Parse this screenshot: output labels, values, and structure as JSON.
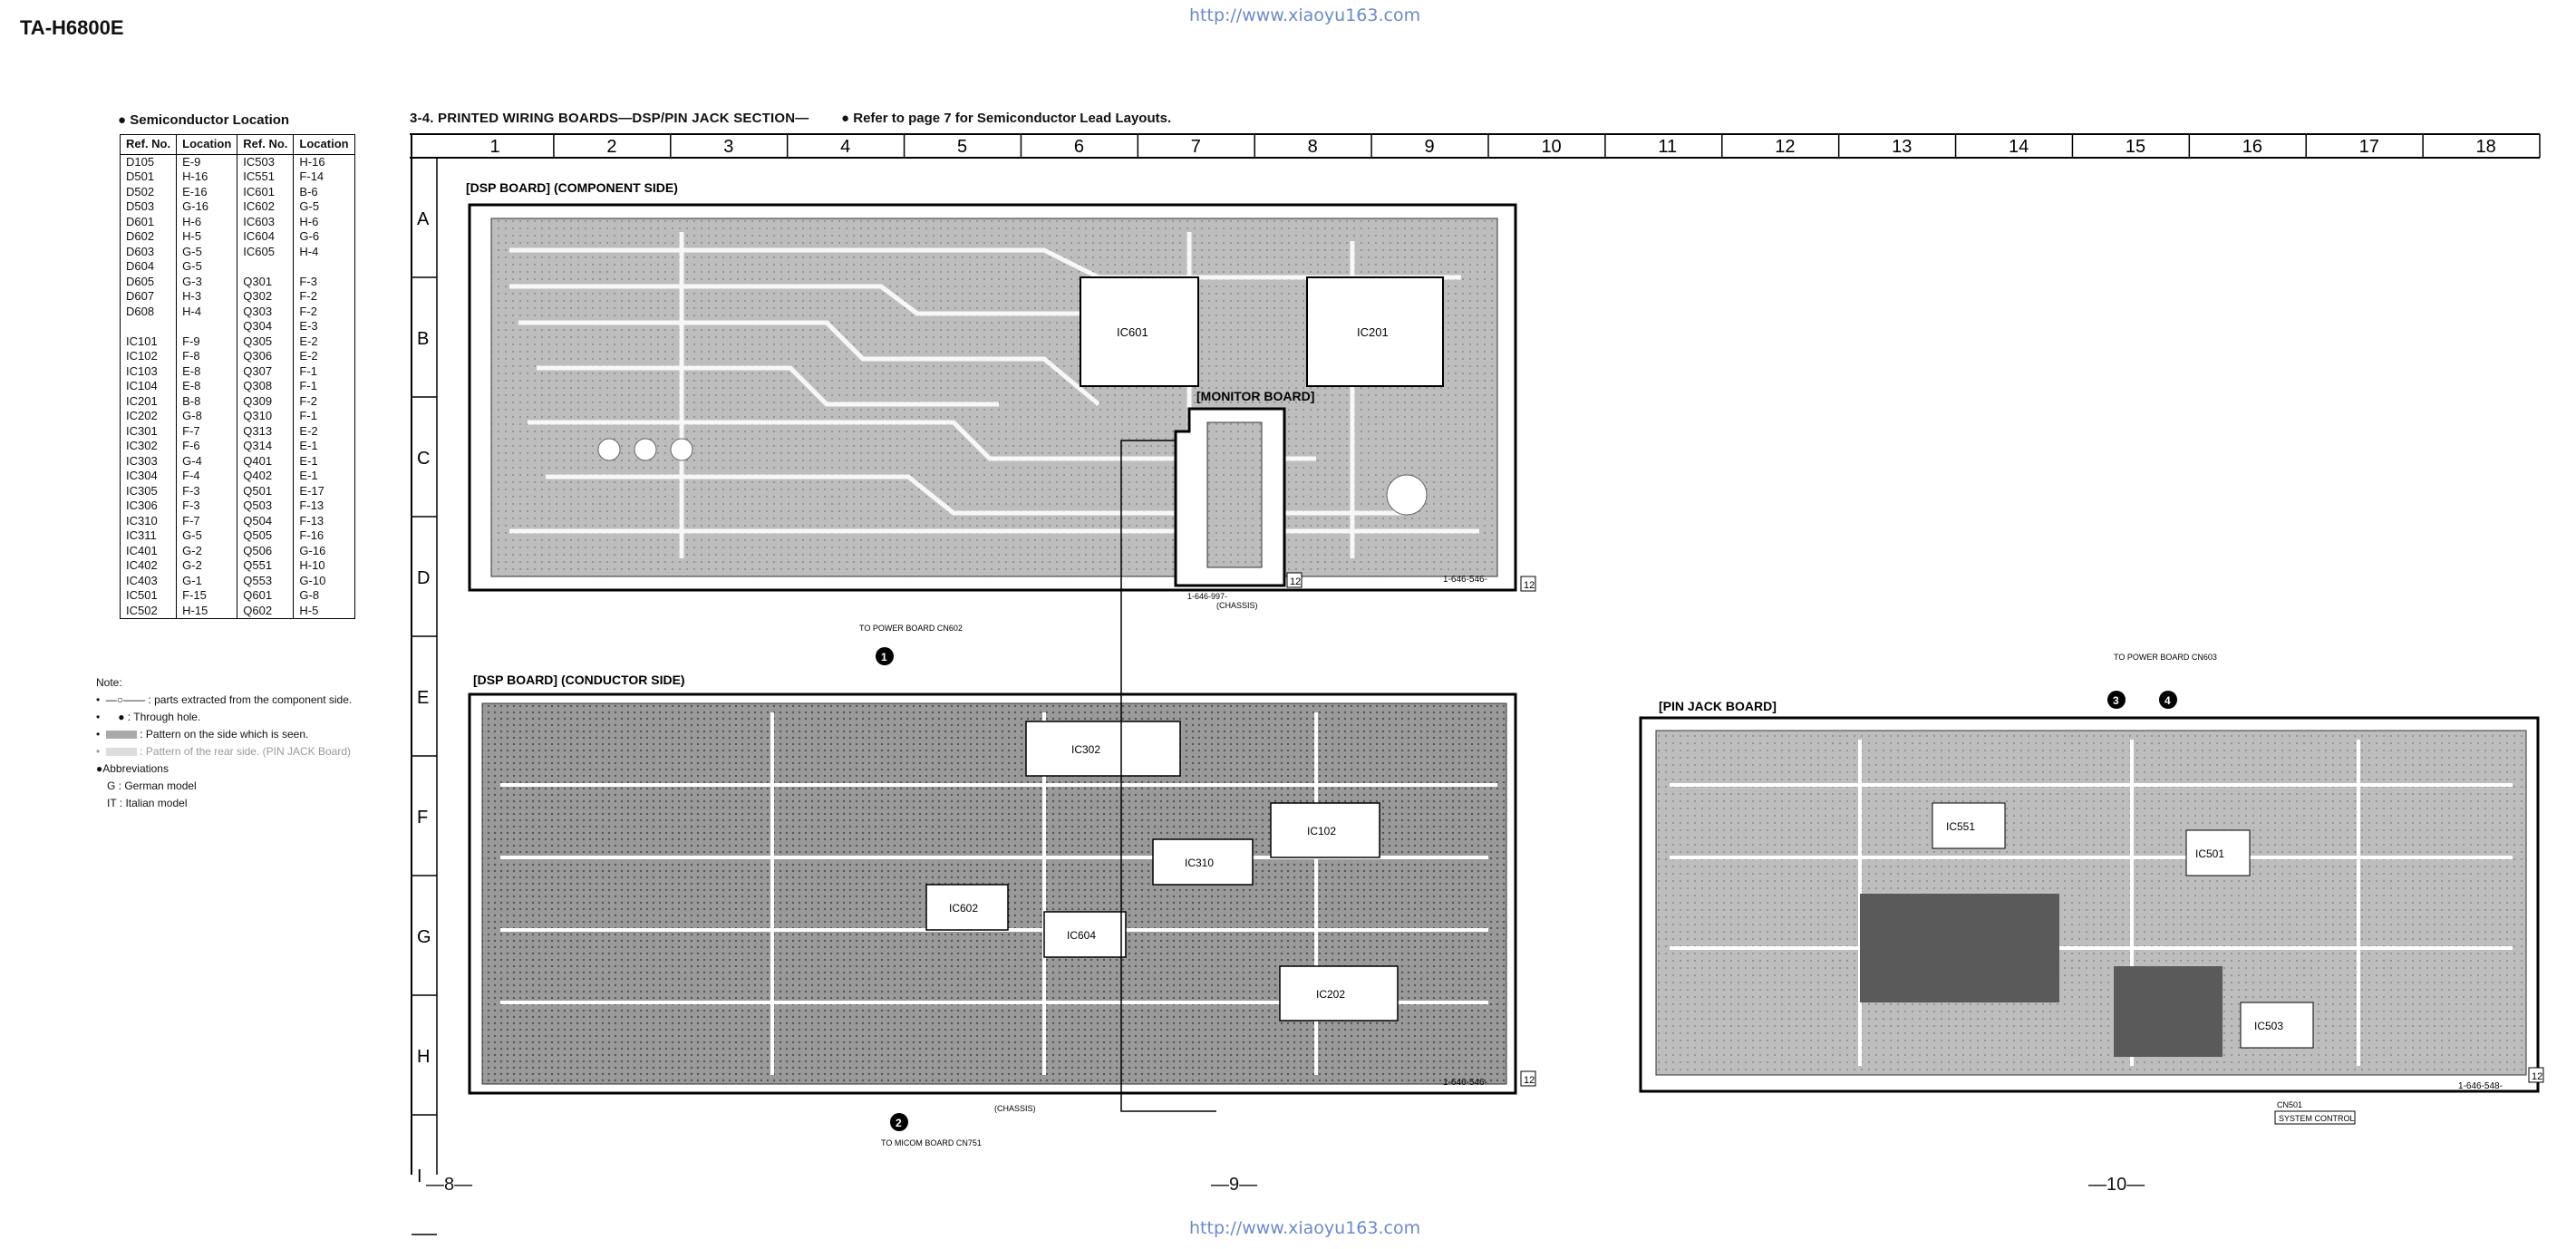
{
  "model": "TA-H6800E",
  "url": "http://www.xiaoyu163.com",
  "semiconductor": {
    "title": "Semiconductor Location",
    "headers": [
      "Ref. No.",
      "Location",
      "Ref. No.",
      "Location"
    ],
    "rows": [
      [
        "D105",
        "E-9",
        "IC503",
        "H-16"
      ],
      [
        "D501",
        "H-16",
        "IC551",
        "F-14"
      ],
      [
        "D502",
        "E-16",
        "IC601",
        "B-6"
      ],
      [
        "D503",
        "G-16",
        "IC602",
        "G-5"
      ],
      [
        "D601",
        "H-6",
        "IC603",
        "H-6"
      ],
      [
        "D602",
        "H-5",
        "IC604",
        "G-6"
      ],
      [
        "D603",
        "G-5",
        "IC605",
        "H-4"
      ],
      [
        "D604",
        "G-5",
        "",
        ""
      ],
      [
        "D605",
        "G-3",
        "Q301",
        "F-3"
      ],
      [
        "D607",
        "H-3",
        "Q302",
        "F-2"
      ],
      [
        "D608",
        "H-4",
        "Q303",
        "F-2"
      ],
      [
        "",
        "",
        "Q304",
        "E-3"
      ],
      [
        "IC101",
        "F-9",
        "Q305",
        "E-2"
      ],
      [
        "IC102",
        "F-8",
        "Q306",
        "E-2"
      ],
      [
        "IC103",
        "E-8",
        "Q307",
        "F-1"
      ],
      [
        "IC104",
        "E-8",
        "Q308",
        "F-1"
      ],
      [
        "IC201",
        "B-8",
        "Q309",
        "F-2"
      ],
      [
        "IC202",
        "G-8",
        "Q310",
        "F-1"
      ],
      [
        "IC301",
        "F-7",
        "Q313",
        "E-2"
      ],
      [
        "IC302",
        "F-6",
        "Q314",
        "E-1"
      ],
      [
        "IC303",
        "G-4",
        "Q401",
        "E-1"
      ],
      [
        "IC304",
        "F-4",
        "Q402",
        "E-1"
      ],
      [
        "IC305",
        "F-3",
        "Q501",
        "E-17"
      ],
      [
        "IC306",
        "F-3",
        "Q503",
        "F-13"
      ],
      [
        "IC310",
        "F-7",
        "Q504",
        "F-13"
      ],
      [
        "IC311",
        "G-5",
        "Q505",
        "F-16"
      ],
      [
        "IC401",
        "G-2",
        "Q506",
        "G-16"
      ],
      [
        "IC402",
        "G-2",
        "Q551",
        "H-10"
      ],
      [
        "IC403",
        "G-1",
        "Q553",
        "G-10"
      ],
      [
        "IC501",
        "F-15",
        "Q601",
        "G-8"
      ],
      [
        "IC502",
        "H-15",
        "Q602",
        "H-5"
      ]
    ]
  },
  "notes": {
    "title": "Note:",
    "lines": [
      ": parts extracted from the component side.",
      ": Through hole.",
      ": Pattern on the side which is seen.",
      ": Pattern of the rear side. (PIN JACK Board)"
    ],
    "abbr_title": "Abbreviations",
    "abbr": [
      "G : German model",
      "IT : Italian model"
    ]
  },
  "section": {
    "title": "3-4.  PRINTED WIRING BOARDS—DSP/PIN JACK SECTION—",
    "ref_note": "Refer to page 7 for Semiconductor Lead Layouts."
  },
  "columns": [
    "1",
    "2",
    "3",
    "4",
    "5",
    "6",
    "7",
    "8",
    "9",
    "10",
    "11",
    "12",
    "13",
    "14",
    "15",
    "16",
    "17",
    "18"
  ],
  "rows": [
    "A",
    "B",
    "C",
    "D",
    "E",
    "F",
    "G",
    "H",
    "I"
  ],
  "boards": {
    "dsp_comp": {
      "title": "[DSP BOARD] (COMPONENT SIDE)",
      "part": "1-646-546-",
      "rev": "12"
    },
    "dsp_cond": {
      "title": "[DSP BOARD] (CONDUCTOR SIDE)",
      "part": "1-646-546-",
      "rev": "12"
    },
    "monitor": {
      "title": "[MONITOR BOARD]",
      "part": "1-646-997-",
      "rev": "12",
      "chassis": "(CHASSIS)"
    },
    "pinjack": {
      "title": "[PIN JACK BOARD]",
      "part": "1-646-548-",
      "rev": "12"
    }
  },
  "callouts": {
    "c1": {
      "num": "1",
      "text": "TO POWER BOARD CN602"
    },
    "c2": {
      "num": "2",
      "text": "TO MICOM BOARD CN751"
    },
    "c3": {
      "num": "3",
      "text": ""
    },
    "c4": {
      "num": "4",
      "text": "TO POWER BOARD CN603"
    },
    "chassis_dsp": "(CHASSIS)",
    "cn501": "CN501",
    "system_control": "SYSTEM CONTROL"
  },
  "ic_labels": {
    "ic601": "IC601",
    "ic201": "IC201",
    "ic302": "IC302",
    "ic310": "IC310",
    "ic102": "IC102",
    "ic202": "IC202",
    "ic604": "IC604",
    "ic602": "IC602",
    "ic501": "IC501",
    "ic503": "IC503",
    "ic551": "IC551"
  },
  "page_numbers": [
    "—8—",
    "—9—",
    "—10—"
  ]
}
